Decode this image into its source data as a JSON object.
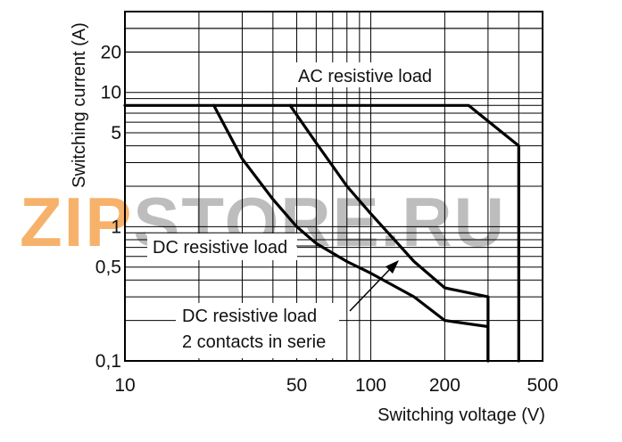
{
  "watermark": {
    "text": "ZIPSTORE.RU",
    "color_left": "#f6b26b",
    "color_right": "#bdbdbd"
  },
  "chart_data": {
    "type": "line",
    "title": "",
    "xlabel": "Switching voltage (V)",
    "ylabel": "Switching current (A)",
    "xscale": "log",
    "yscale": "log",
    "xlim": [
      10,
      500
    ],
    "ylim": [
      0.1,
      40
    ],
    "grid": true,
    "x_tick_labels": [
      "10",
      "50",
      "100",
      "200",
      "500"
    ],
    "x_tick_values": [
      10,
      50,
      100,
      200,
      500
    ],
    "y_tick_labels": [
      "0,1",
      "0,5",
      "1",
      "5",
      "10",
      "20"
    ],
    "y_tick_values": [
      0.1,
      0.5,
      1,
      5,
      10,
      20
    ],
    "annotations": [
      {
        "id": "ac",
        "lines": [
          "AC resistive load"
        ]
      },
      {
        "id": "dc",
        "lines": [
          "DC resistive load"
        ]
      },
      {
        "id": "dc2",
        "lines": [
          "DC resistive load",
          "2 contacts in serie"
        ]
      }
    ],
    "series": [
      {
        "name": "AC resistive load",
        "x": [
          10,
          250,
          400,
          400
        ],
        "y": [
          8,
          8,
          4,
          0.1
        ]
      },
      {
        "name": "DC resistive load",
        "x": [
          23,
          30,
          40,
          50,
          60,
          80,
          100,
          150,
          200,
          300,
          300
        ],
        "y": [
          8,
          3.2,
          1.6,
          1.0,
          0.75,
          0.55,
          0.45,
          0.3,
          0.2,
          0.18,
          0.1
        ]
      },
      {
        "name": "DC resistive load 2 contacts in serie",
        "x": [
          47,
          60,
          80,
          100,
          150,
          200,
          300,
          300
        ],
        "y": [
          8,
          4.2,
          2.0,
          1.25,
          0.55,
          0.35,
          0.3,
          0.1
        ]
      }
    ]
  }
}
